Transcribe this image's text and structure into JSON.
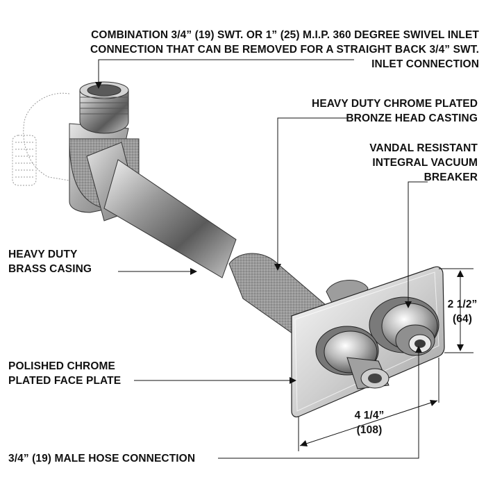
{
  "callouts": {
    "inlet": {
      "lines": [
        "COMBINATION 3/4” (19) SWT. OR 1” (25) M.I.P. 360 DEGREE SWIVEL INLET",
        "CONNECTION THAT CAN BE REMOVED FOR A STRAIGHT BACK 3/4” SWT.",
        "INLET CONNECTION"
      ]
    },
    "head": {
      "lines": [
        "HEAVY DUTY CHROME PLATED",
        "BRONZE HEAD CASTING"
      ]
    },
    "vacuum": {
      "lines": [
        "VANDAL RESISTANT",
        "INTEGRAL VACUUM",
        "BREAKER"
      ]
    },
    "casing": {
      "lines": [
        "HEAVY DUTY",
        "BRASS CASING"
      ]
    },
    "faceplate": {
      "lines": [
        "POLISHED CHROME",
        "PLATED FACE PLATE"
      ]
    },
    "hose": {
      "lines": [
        "3/4” (19) MALE HOSE CONNECTION"
      ]
    }
  },
  "dimensions": {
    "height": {
      "value": "2 1/2”",
      "metric": "(64)"
    },
    "width": {
      "value": "4 1/4”",
      "metric": "(108)"
    }
  }
}
